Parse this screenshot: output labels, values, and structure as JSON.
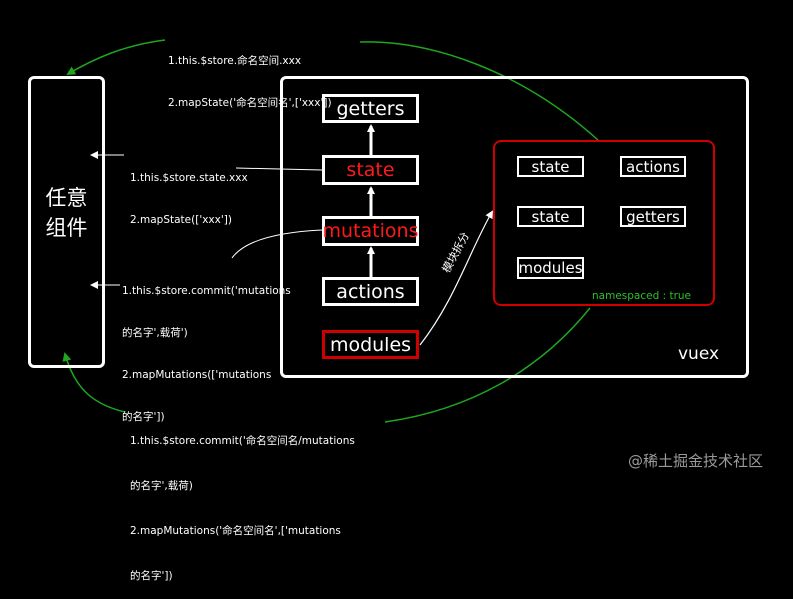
{
  "component": {
    "label_line1": "任意",
    "label_line2": "组件"
  },
  "vuex": {
    "label": "vuex",
    "getters": "getters",
    "state": "state",
    "mutations": "mutations",
    "actions": "actions",
    "modules": "modules"
  },
  "module_box": {
    "items": [
      "state",
      "actions",
      "state",
      "getters",
      "modules"
    ],
    "namespaced": "namespaced : true"
  },
  "split_label": "模块拆分",
  "notes": {
    "top_line1": "1.this.$store.命名空间.xxx",
    "top_line2": "2.mapState('命名空间名',['xxx'])",
    "state_line1": "1.this.$store.state.xxx",
    "state_line2": "2.mapState(['xxx'])",
    "mut_line1": "1.this.$store.commit('mutations",
    "mut_line2": "的名字',载荷')",
    "mut_line3": "2.mapMutations(['mutations",
    "mut_line4": "的名字'])",
    "bottom_line1": "1.this.$store.commit('命名空间名/mutations",
    "bottom_line2": "的名字',载荷)",
    "bottom_line3": "2.mapMutations('命名空间名',['mutations",
    "bottom_line4": "的名字'])"
  },
  "watermark": "@稀土掘金技术社区"
}
